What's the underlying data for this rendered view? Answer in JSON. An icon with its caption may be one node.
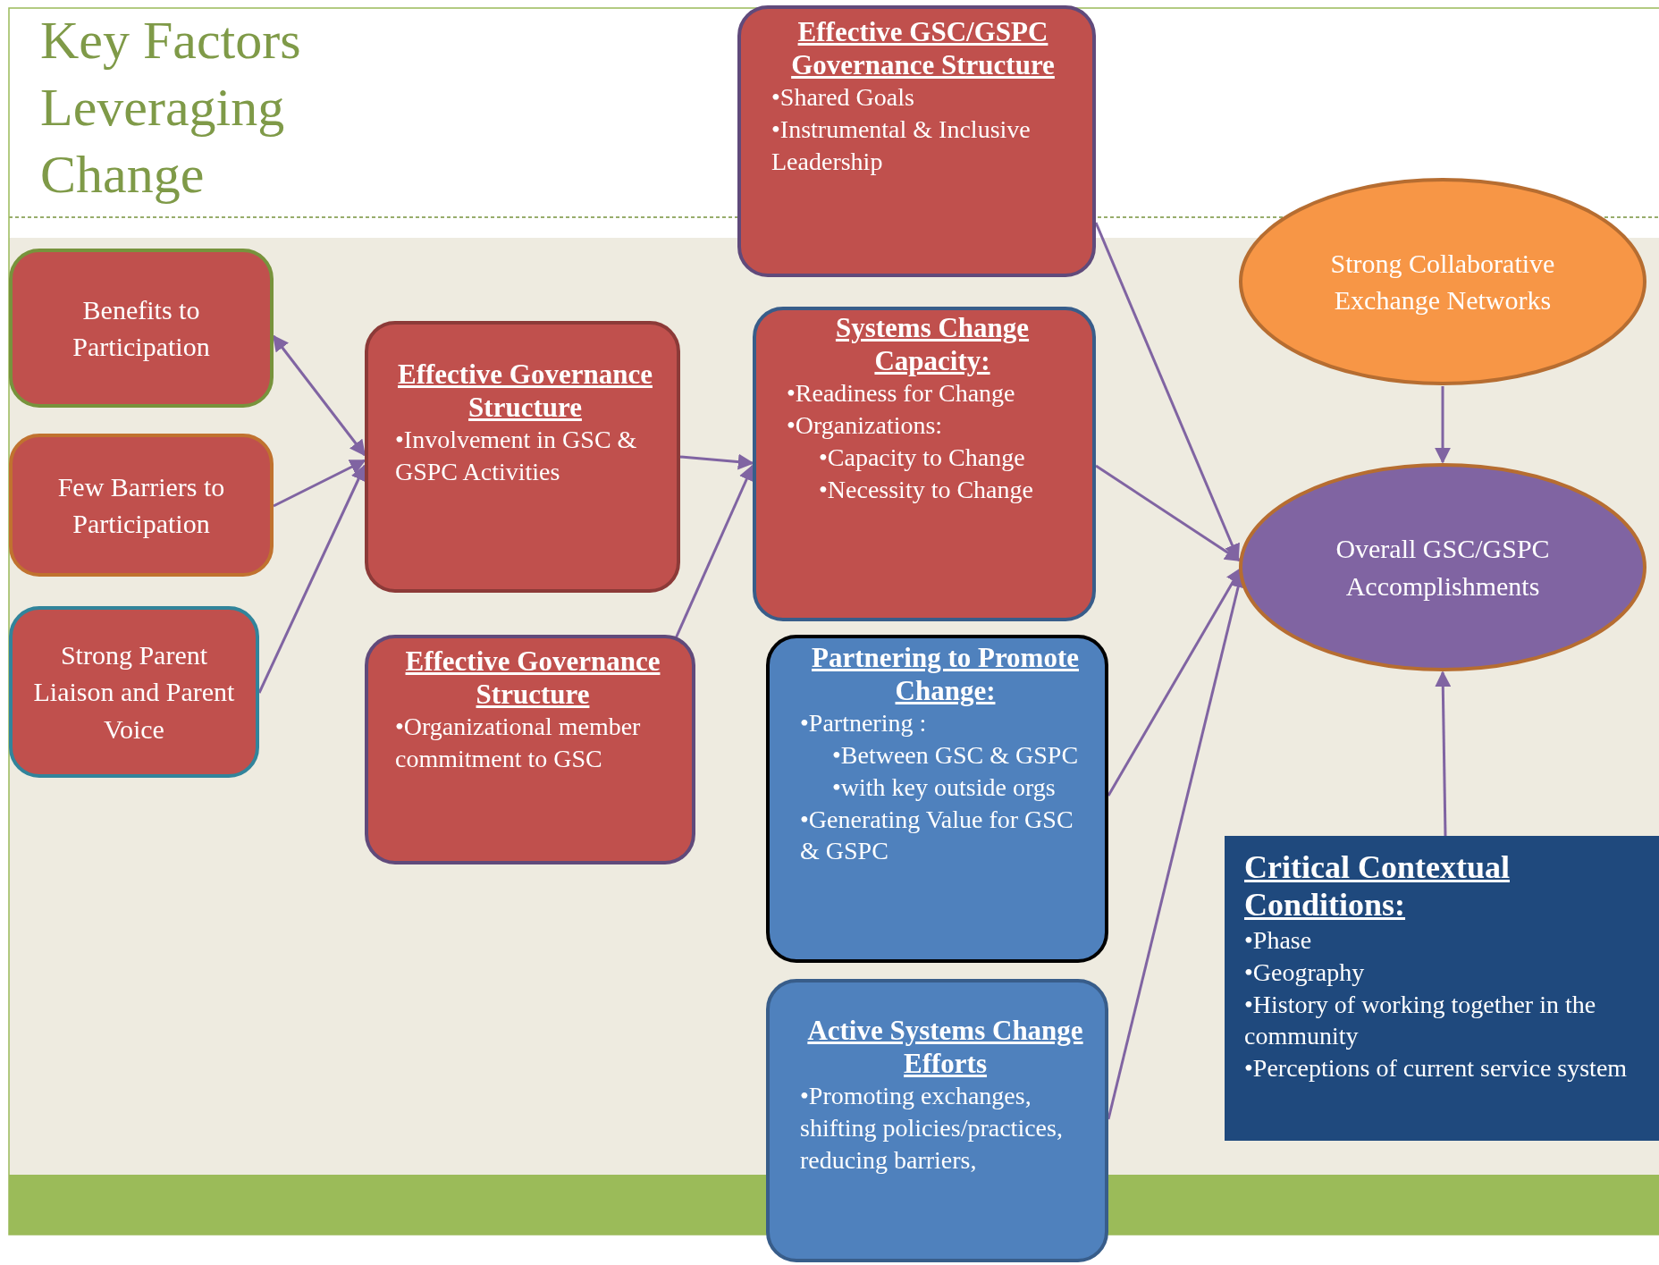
{
  "diagram": {
    "title": "Key Factors Leveraging Change",
    "nodes": [
      {
        "text": [
          "Benefits to Participation"
        ]
      },
      {
        "text": [
          "Few Barriers to Participation"
        ]
      },
      {
        "text": [
          "Strong Parent Liaison and Parent Voice"
        ]
      },
      {
        "text": [
          "Effective Governance Structure",
          "•Involvement in GSC & GSPC Activities"
        ]
      },
      {
        "text": [
          "Effective Governance Structure",
          "•Organizational member commitment to GSC"
        ]
      },
      {
        "text": [
          "Effective GSC/GSPC Governance Structure",
          "•Shared Goals",
          "•Instrumental & Inclusive Leadership"
        ]
      },
      {
        "text": [
          "Systems Change Capacity:",
          "•Readiness for Change",
          "•Organizations:",
          "•Capacity to Change",
          "•Necessity to Change"
        ]
      },
      {
        "text": [
          "Partnering to Promote Change:",
          "•Partnering :",
          "•Between GSC & GSPC",
          "•with key outside orgs",
          "•Generating Value for GSC & GSPC"
        ]
      },
      {
        "text": [
          "Active Systems Change Efforts",
          "•Promoting exchanges, shifting policies/practices, reducing barriers,"
        ]
      },
      {
        "text": [
          "Strong Collaborative Exchange Networks"
        ]
      },
      {
        "text": [
          "Overall GSC/GSPC Accomplishments"
        ]
      },
      {
        "text": [
          "Critical Contextual Conditions:",
          "•Phase",
          "•Geography",
          "•History of working together in the community",
          "•Perceptions of current service system"
        ]
      }
    ],
    "edges": [
      {
        "from": 0,
        "to": 3,
        "arrow": "both"
      },
      {
        "from": 1,
        "to": 3,
        "arrow": "to"
      },
      {
        "from": 2,
        "to": 3,
        "arrow": "to"
      },
      {
        "from": 3,
        "to": 6,
        "arrow": "to"
      },
      {
        "from": 4,
        "to": 6,
        "arrow": "to"
      },
      {
        "from": 5,
        "to": 10,
        "arrow": "to"
      },
      {
        "from": 6,
        "to": 10,
        "arrow": "to"
      },
      {
        "from": 7,
        "to": 10,
        "arrow": "to"
      },
      {
        "from": 8,
        "to": 10,
        "arrow": "to"
      },
      {
        "from": 9,
        "to": 10,
        "arrow": "to"
      },
      {
        "from": 11,
        "to": 10,
        "arrow": "to"
      }
    ]
  }
}
